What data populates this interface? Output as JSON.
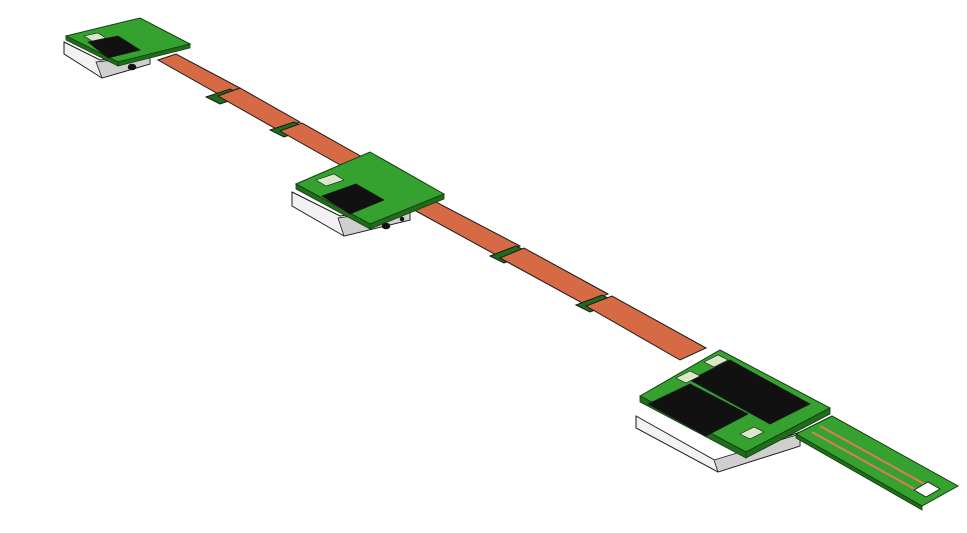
{
  "colors": {
    "background": "#ffffff",
    "pcb_green": "#35a22f",
    "pcb_green_dark": "#1f6d1b",
    "pcb_edge": "#143f12",
    "flex_copper": "#d66a45",
    "flex_copper_dark": "#b4532f",
    "chip_black": "#111111",
    "housing_white": "#f2f2f2",
    "housing_shadow": "#cfcfcf",
    "outline": "#1a1a1a",
    "tail_trace": "#e07a5a"
  },
  "components": {
    "flex_segments_count": 6,
    "modules": [
      "top-module",
      "middle-module",
      "end-module"
    ],
    "connector_tail": "connector-tail"
  }
}
